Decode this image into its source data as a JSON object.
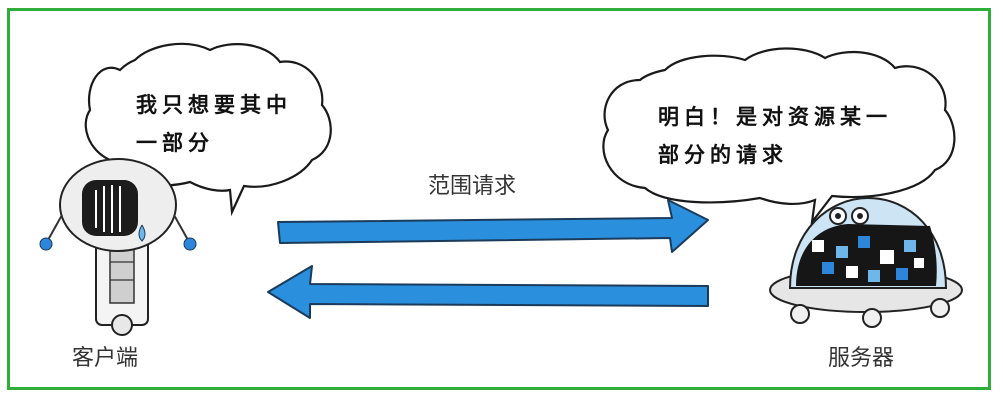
{
  "client_speech": {
    "line1": "我只想要其中",
    "line2": "一部分"
  },
  "server_speech": {
    "line1": "明白！是对资源某一",
    "line2": "部分的请求"
  },
  "arrow_label": "范围请求",
  "client_label": "客户端",
  "server_label": "服务器",
  "colors": {
    "border": "#2fae3a",
    "arrow": "#2a8fdc",
    "arrow_outline": "#1b3b5c",
    "robot_blue": "#2d86d9"
  }
}
